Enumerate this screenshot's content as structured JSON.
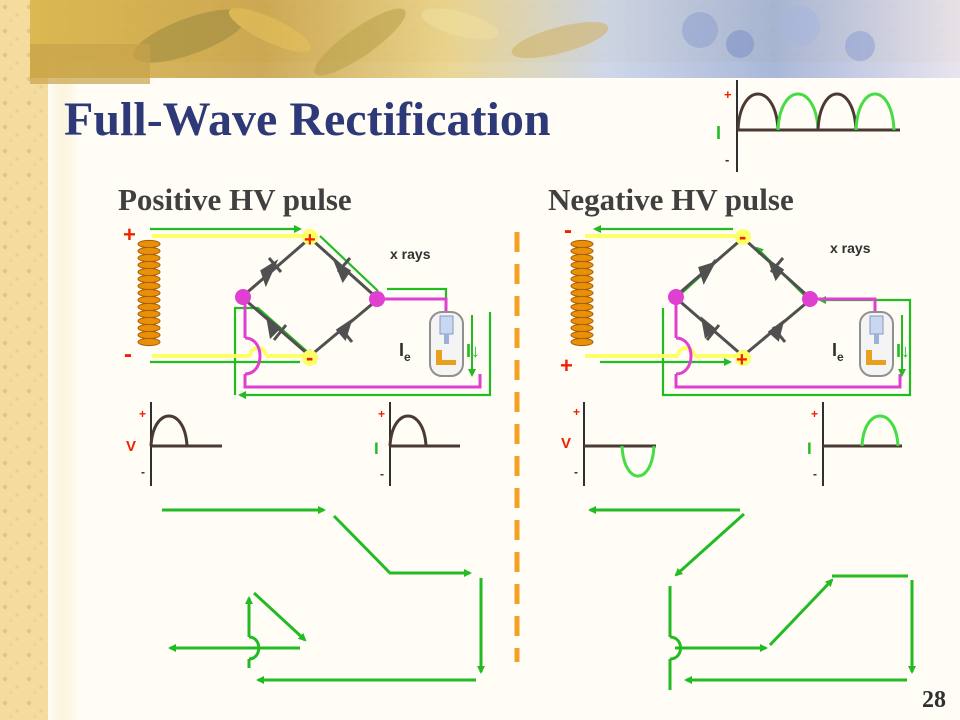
{
  "slide": {
    "title": "Full-Wave Rectification",
    "page_number": "28"
  },
  "panels": {
    "positive": {
      "title": "Positive HV pulse",
      "transformer_top": "+",
      "transformer_bottom": "-",
      "node_top": "+",
      "node_bottom": "-",
      "xrays_label": "x rays",
      "electron_current_label": "I",
      "electron_current_sub": "e",
      "tube_current_label": "I↓",
      "voltage_graph": {
        "axis_label": "V",
        "plus": "+",
        "minus": "-"
      },
      "current_graph": {
        "axis_label": "I",
        "plus": "+",
        "minus": "-"
      }
    },
    "negative": {
      "title": "Negative HV pulse",
      "transformer_top": "-",
      "transformer_bottom": "+",
      "node_top": "-",
      "node_bottom": "+",
      "xrays_label": "x rays",
      "electron_current_label": "I",
      "electron_current_sub": "e",
      "tube_current_label": "I↓",
      "voltage_graph": {
        "axis_label": "V",
        "plus": "+",
        "minus": "-"
      },
      "current_graph": {
        "axis_label": "I",
        "plus": "+",
        "minus": "-"
      }
    },
    "combined_graph": {
      "axis_label": "I",
      "plus": "+",
      "minus": "-"
    }
  },
  "colors": {
    "title": "#2e3a78",
    "current_path": "#22bb22",
    "circuit_pink": "#e040d0",
    "circuit_yellow": "#ffff66",
    "coil": "#e8900a",
    "diode": "#505050",
    "polarity_red": "#ee2200",
    "divider": "#f5a020",
    "pulse_dark": "#4a3a33"
  }
}
